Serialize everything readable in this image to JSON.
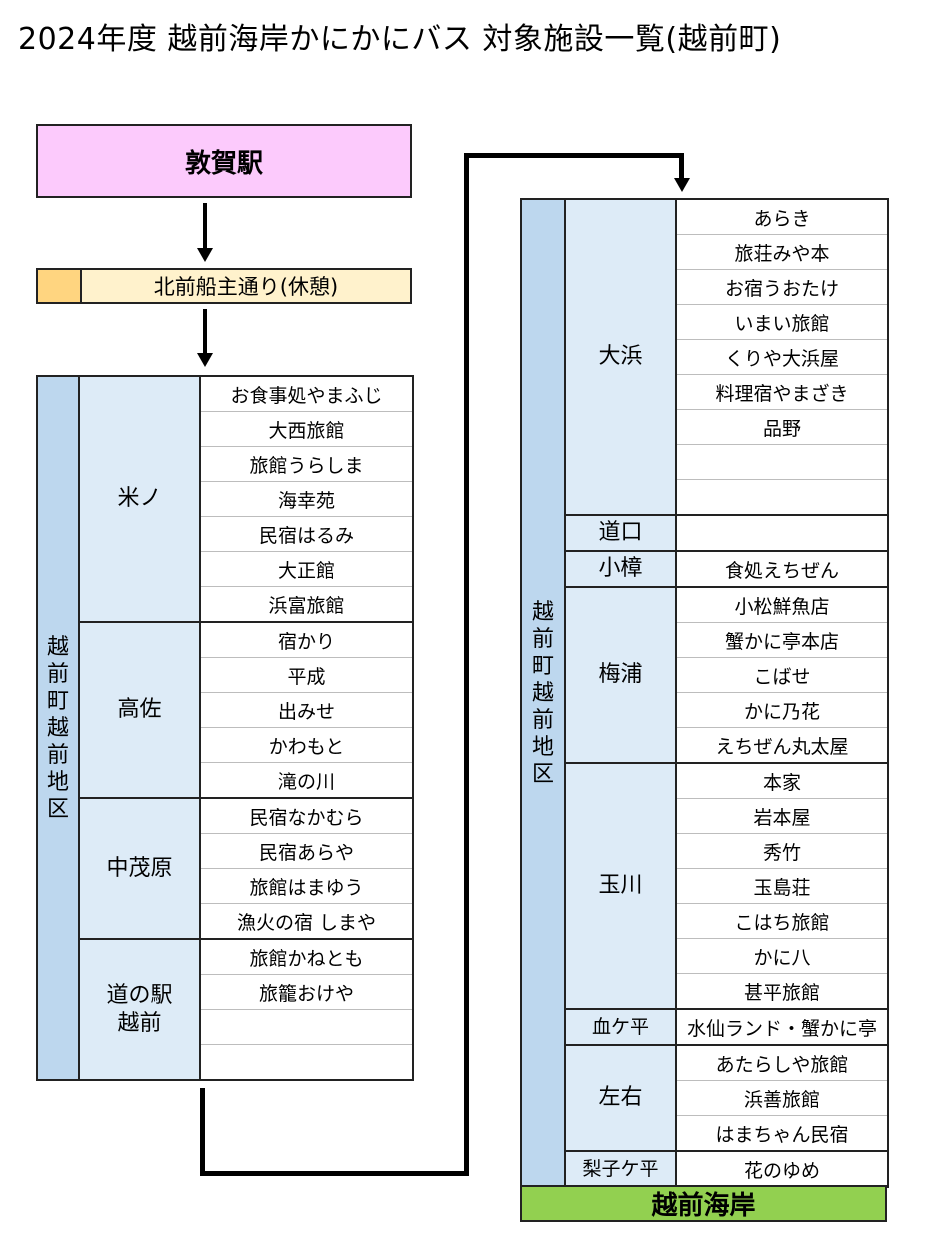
{
  "title": "2024年度 越前海岸かにかにバス 対象施設一覧(越前町)",
  "start": "敦賀駅",
  "rest_stop": "北前船主通り(休憩)",
  "destination": "越前海岸",
  "colors": {
    "start_box": "#fccafc",
    "rest_box": "#fff2cc",
    "rest_swatch": "#ffd580",
    "region": "#bdd7ee",
    "area": "#ddebf7",
    "destination": "#92d050"
  },
  "left_table": {
    "region": "越前町越前地区",
    "groups": [
      {
        "area": "米ノ",
        "facilities": [
          "お食事処やまふじ",
          "大西旅館",
          "旅館うらしま",
          "海幸苑",
          "民宿はるみ",
          "大正館",
          "浜富旅館"
        ]
      },
      {
        "area": "高佐",
        "facilities": [
          "宿かり",
          "平成",
          "出みせ",
          "かわもと",
          "滝の川"
        ]
      },
      {
        "area": "中茂原",
        "facilities": [
          "民宿なかむら",
          "民宿あらや",
          "旅館はまゆう",
          "漁火の宿 しまや"
        ]
      },
      {
        "area": "道の駅越前",
        "facilities": [
          "旅館かねとも",
          "旅籠おけや",
          "",
          ""
        ]
      }
    ]
  },
  "right_table": {
    "region": "越前町越前地区",
    "groups": [
      {
        "area": "大浜",
        "facilities": [
          "あらき",
          "旅荘みや本",
          "お宿うおたけ",
          "いまい旅館",
          "くりや大浜屋",
          "料理宿やまざき",
          "品野",
          "",
          ""
        ]
      },
      {
        "area": "道口",
        "facilities": [
          ""
        ]
      },
      {
        "area": "小樟",
        "facilities": [
          "食処えちぜん"
        ]
      },
      {
        "area": "梅浦",
        "facilities": [
          "小松鮮魚店",
          "蟹かに亭本店",
          "こばせ",
          "かに乃花",
          "えちぜん丸太屋"
        ]
      },
      {
        "area": "玉川",
        "facilities": [
          "本家",
          "岩本屋",
          "秀竹",
          "玉島荘",
          "こはち旅館",
          "かに八",
          "甚平旅館"
        ]
      },
      {
        "area": "血ケ平",
        "facilities": [
          "水仙ランド・蟹かに亭"
        ]
      },
      {
        "area": "左右",
        "facilities": [
          "あたらしや旅館",
          "浜善旅館",
          "はまちゃん民宿"
        ]
      },
      {
        "area": "梨子ケ平",
        "facilities": [
          "花のゆめ"
        ]
      }
    ]
  }
}
